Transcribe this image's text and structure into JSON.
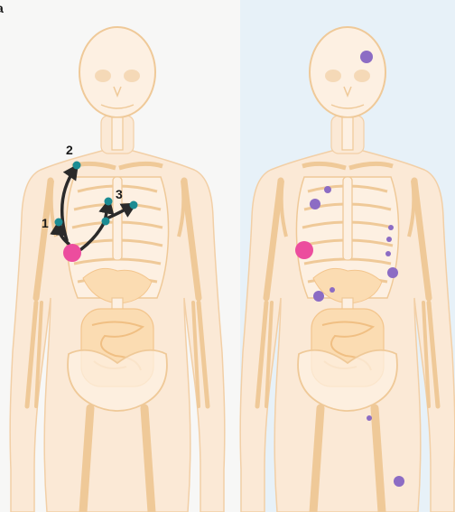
{
  "panels": [
    {
      "id": "left",
      "background": "#f7f7f6",
      "labels": [
        "1",
        "2",
        "3"
      ]
    },
    {
      "id": "right",
      "background": "#e7f1f8"
    }
  ],
  "figure_tag": "a",
  "colors": {
    "silhouette": "#fbe9d6",
    "silhouette_edge": "#f2cfa6",
    "bone": "#fdf0e2",
    "bone_edge": "#efc998",
    "organ": "#fbdcb2",
    "primary_tumor": "#ec4d9e",
    "lymph_node": "#1c8c93",
    "metastasis": "#8c6cc4",
    "pathway": "#2a2a2a"
  }
}
